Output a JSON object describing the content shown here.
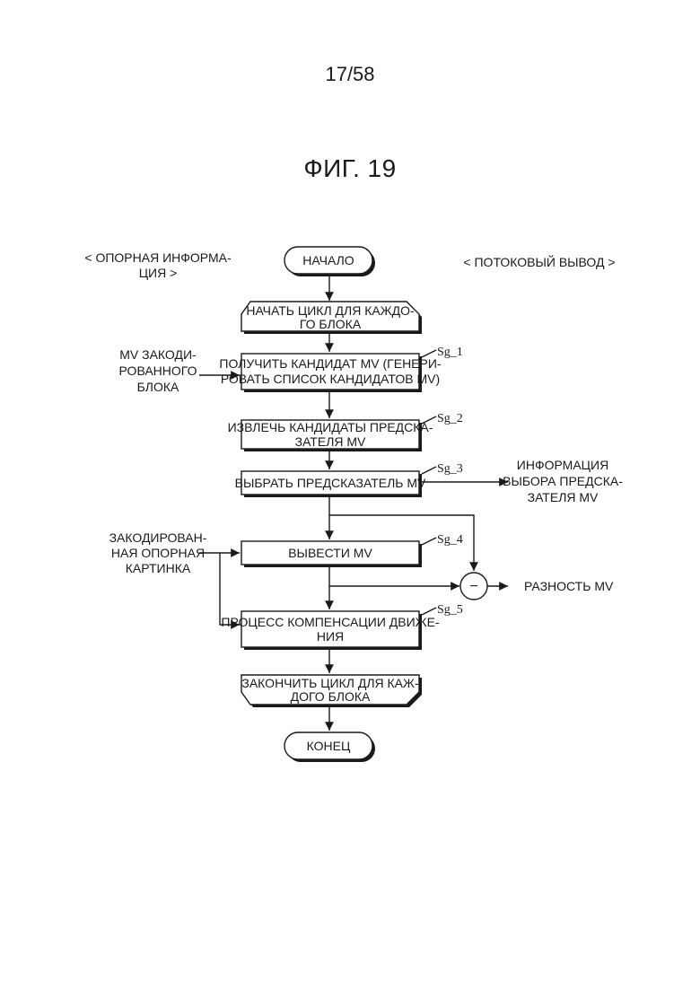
{
  "page_number": "17/58",
  "figure_title": "ФИГ. 19",
  "headers": {
    "reference_info": [
      "< ОПОРНАЯ ИНФОРМА-",
      "ЦИЯ >"
    ],
    "stream_output": "< ПОТОКОВЫЙ ВЫВОД >"
  },
  "terminals": {
    "start": "НАЧАЛО",
    "end": "КОНЕЦ"
  },
  "loop": {
    "begin": [
      "НАЧАТЬ ЦИКЛ ДЛЯ КАЖДО-",
      "ГО БЛОКА"
    ],
    "finish": [
      "ЗАКОНЧИТЬ ЦИКЛ ДЛЯ КАЖ-",
      "ДОГО БЛОКА"
    ]
  },
  "steps": [
    {
      "id": "Sg_1",
      "lines": [
        "ПОЛУЧИТЬ КАНДИДАТ MV (ГЕНЕРИ-",
        "РОВАТЬ СПИСОК КАНДИДАТОВ MV)"
      ]
    },
    {
      "id": "Sg_2",
      "lines": [
        "ИЗВЛЕЧЬ КАНДИДАТЫ ПРЕДСКА-",
        "ЗАТЕЛЯ MV"
      ]
    },
    {
      "id": "Sg_3",
      "lines": [
        "ВЫБРАТЬ ПРЕДСКАЗАТЕЛЬ MV"
      ]
    },
    {
      "id": "Sg_4",
      "lines": [
        "ВЫВЕСТИ MV"
      ]
    },
    {
      "id": "Sg_5",
      "lines": [
        "ПРОЦЕСС КОМПЕНСАЦИИ ДВИЖЕ-",
        "НИЯ"
      ]
    }
  ],
  "inputs": {
    "coded_block_mv": [
      "MV ЗАКОДИ-",
      "РОВАННОГО",
      "БЛОКА"
    ],
    "coded_ref_picture": [
      "ЗАКОДИРОВАН-",
      "НАЯ ОПОРНАЯ",
      "КАРТИНКА"
    ]
  },
  "outputs": {
    "predictor_selection_info": [
      "ИНФОРМАЦИЯ",
      "ВЫБОРА ПРЕДСКА-",
      "ЗАТЕЛЯ MV"
    ],
    "mv_difference": "РАЗНОСТЬ MV"
  },
  "operator_symbol": "−"
}
